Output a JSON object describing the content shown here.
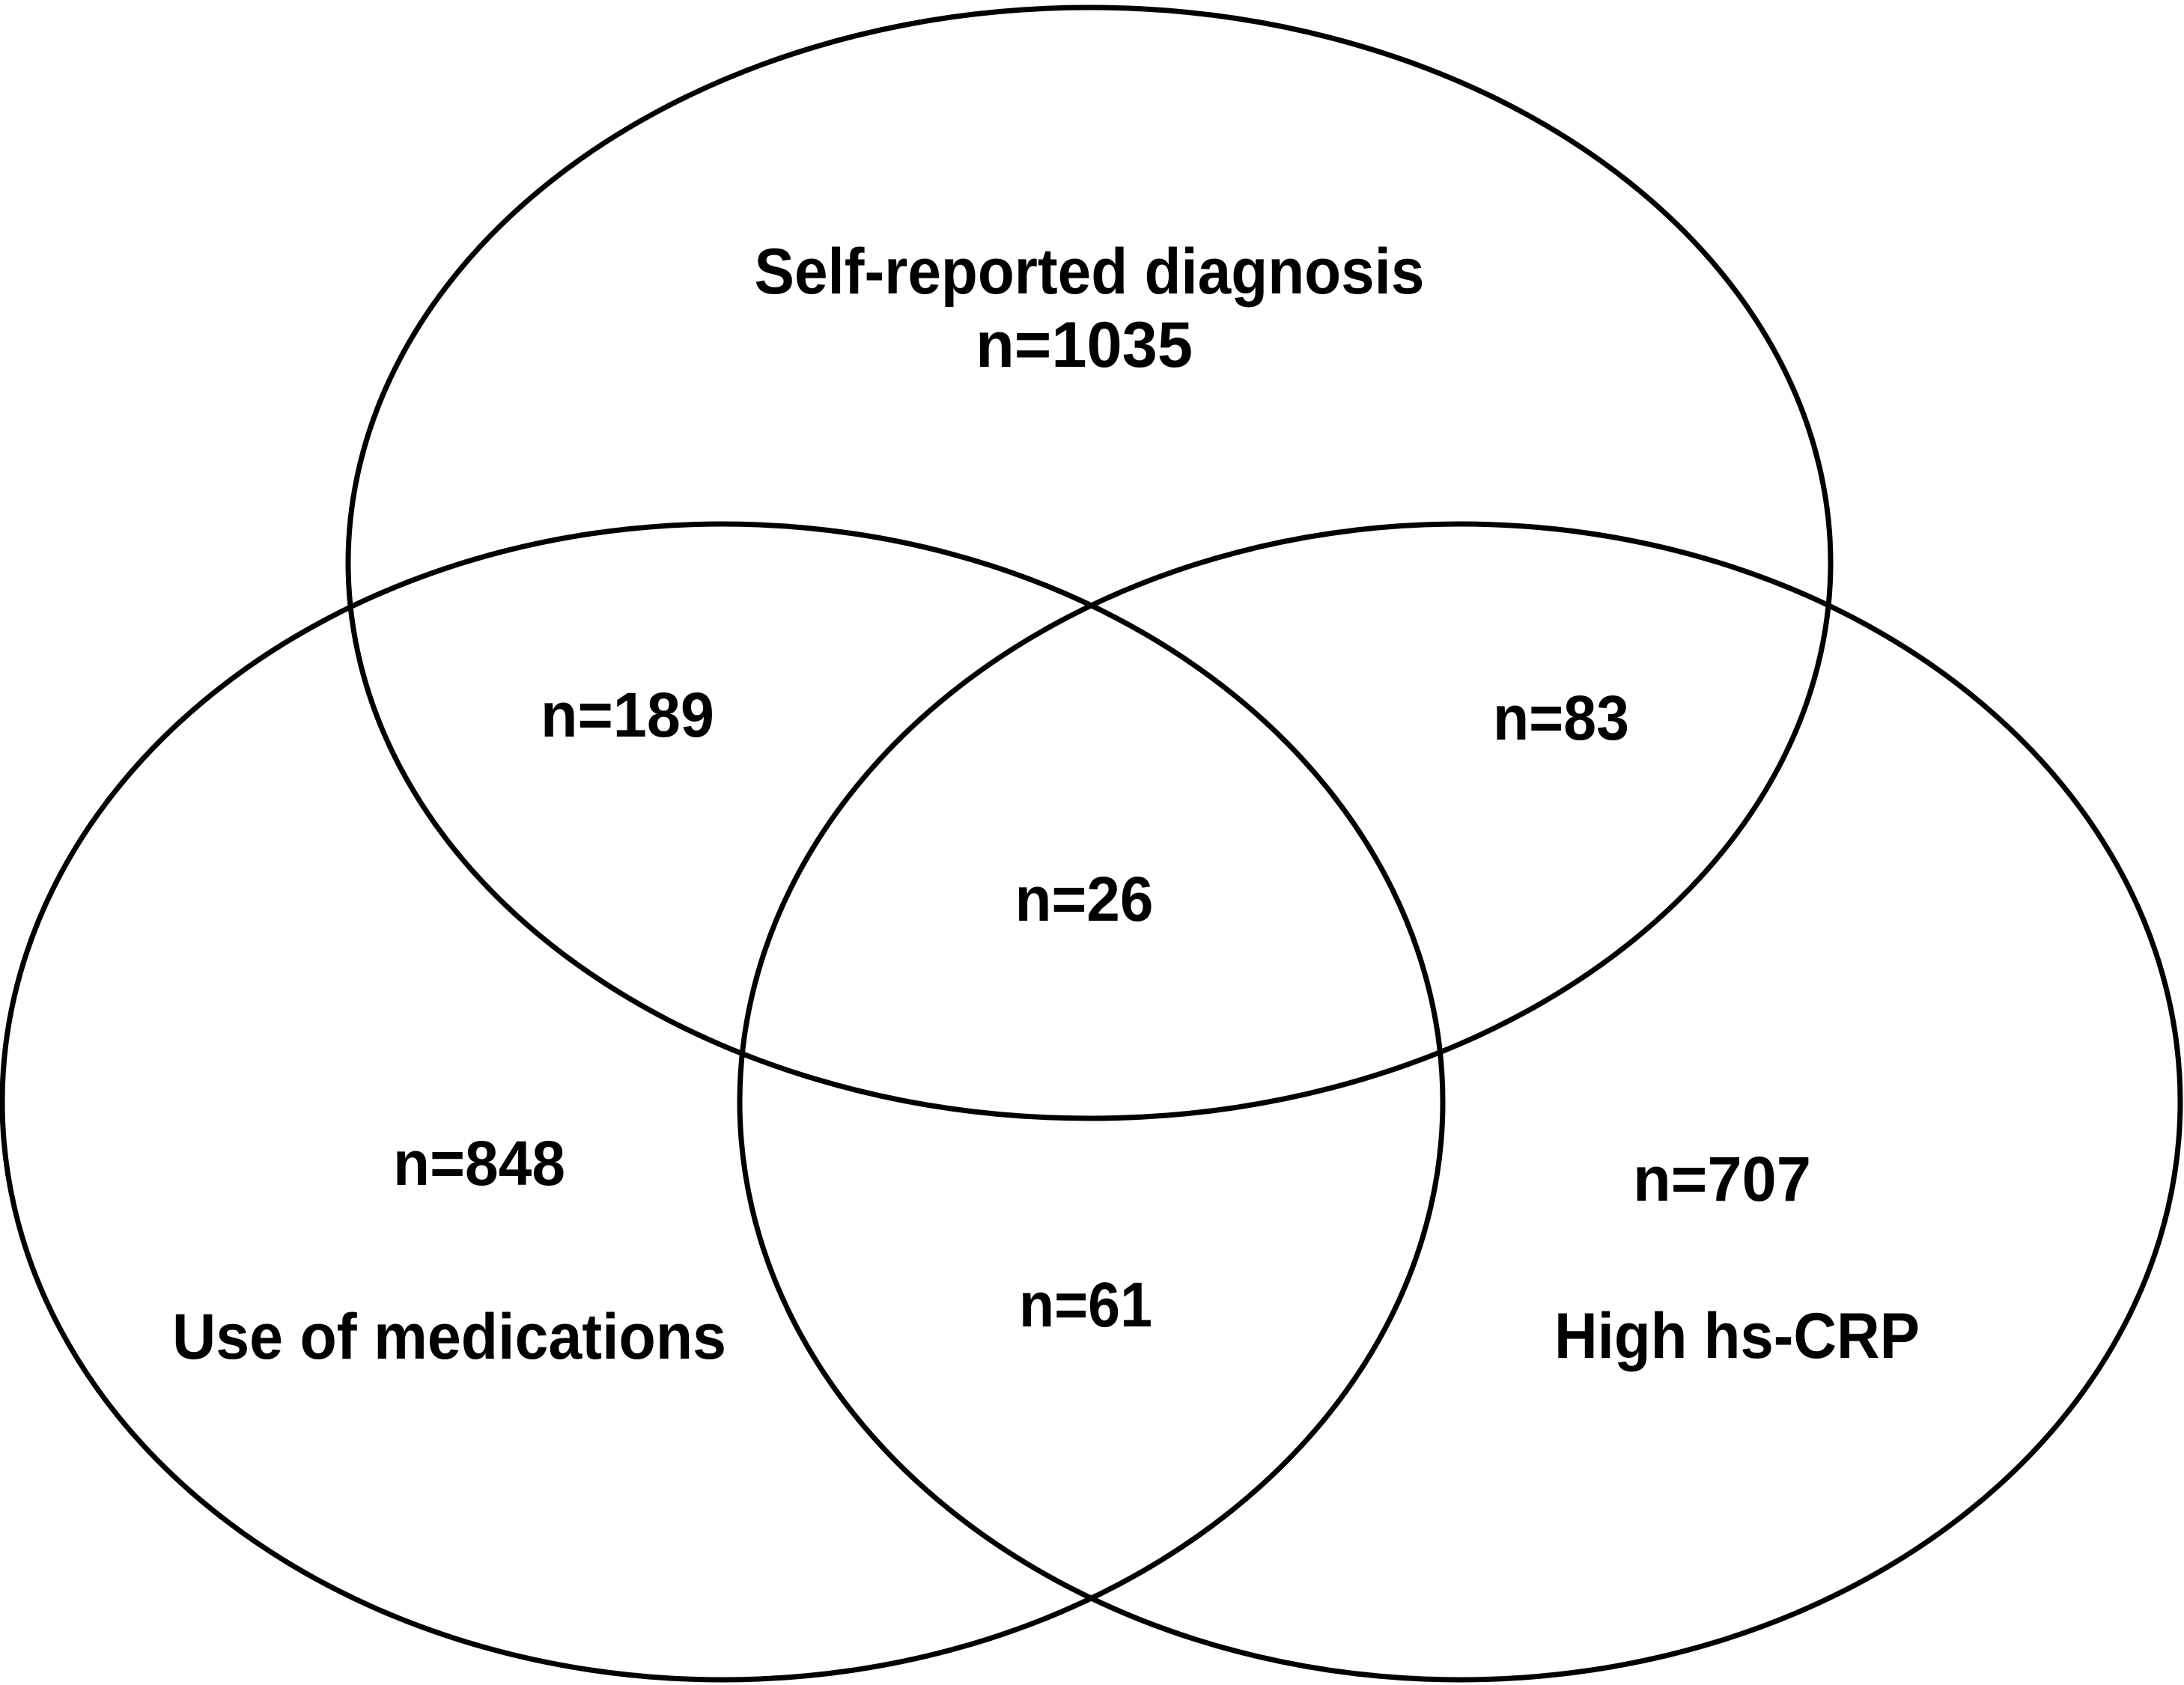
{
  "venn": {
    "background_color": "#ffffff",
    "line_color": "#000000",
    "text_color": "#000000",
    "sets": {
      "top": {
        "label": "Self-reported diagnosis",
        "count": 1035,
        "count_label": "n=1035"
      },
      "left": {
        "label": "Use of medications",
        "count": 848,
        "count_label": "n=848"
      },
      "right": {
        "label": "High hs-CRP",
        "count": 707,
        "count_label": "n=707"
      }
    },
    "overlaps": {
      "top_left": {
        "count": 189,
        "count_label": "n=189"
      },
      "top_right": {
        "count": 83,
        "count_label": "n=83"
      },
      "left_right": {
        "count": 61,
        "count_label": "n=61"
      },
      "all_three": {
        "count": 26,
        "count_label": "n=26"
      }
    }
  }
}
